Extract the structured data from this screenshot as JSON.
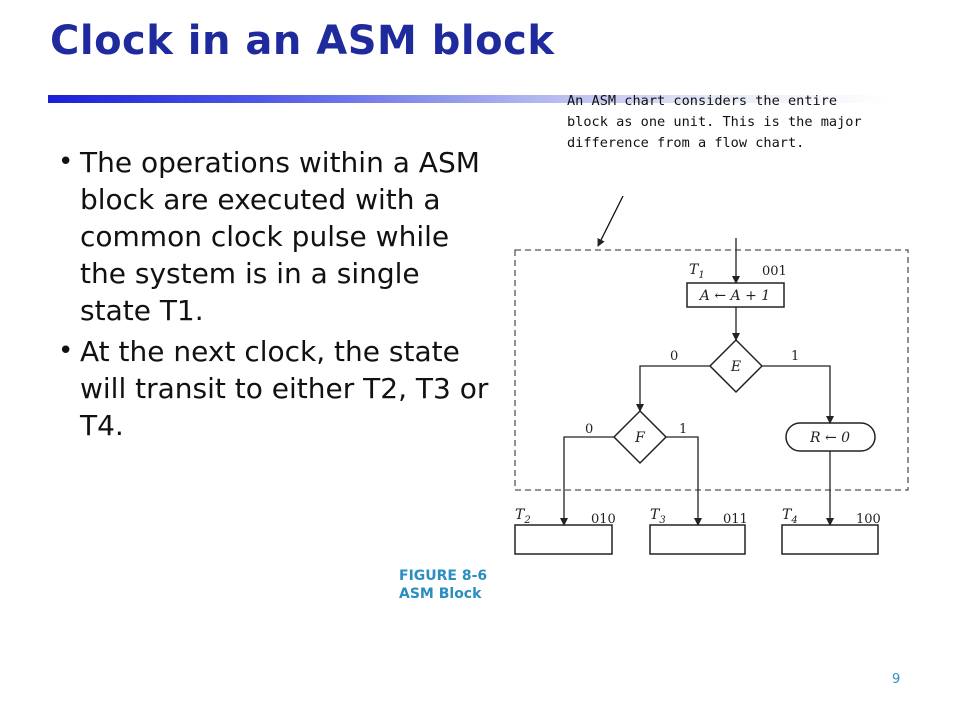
{
  "slide": {
    "title": "Clock in an ASM block",
    "bullets": [
      "The operations within a ASM block are executed with a common clock pulse while the system is in a single state T1.",
      "At the next clock, the state will transit to either T2, T3 or T4."
    ],
    "callout": "An ASM chart considers the entire block as one unit. This is the major difference from a flow chart.",
    "page_number": "9"
  },
  "figure": {
    "caption_number": "FIGURE 8-6",
    "caption_title": "ASM Block",
    "state_box": {
      "state": "T",
      "state_sub": "1",
      "code": "001",
      "operation": "A ← A + 1"
    },
    "decision_e": {
      "label": "E",
      "branch_0": "0",
      "branch_1": "1"
    },
    "decision_f": {
      "label": "F",
      "branch_0": "0",
      "branch_1": "1"
    },
    "conditional_output": "R ← 0",
    "next_states": [
      {
        "state": "T",
        "sub": "2",
        "code": "010"
      },
      {
        "state": "T",
        "sub": "3",
        "code": "011"
      },
      {
        "state": "T",
        "sub": "4",
        "code": "100"
      }
    ]
  }
}
